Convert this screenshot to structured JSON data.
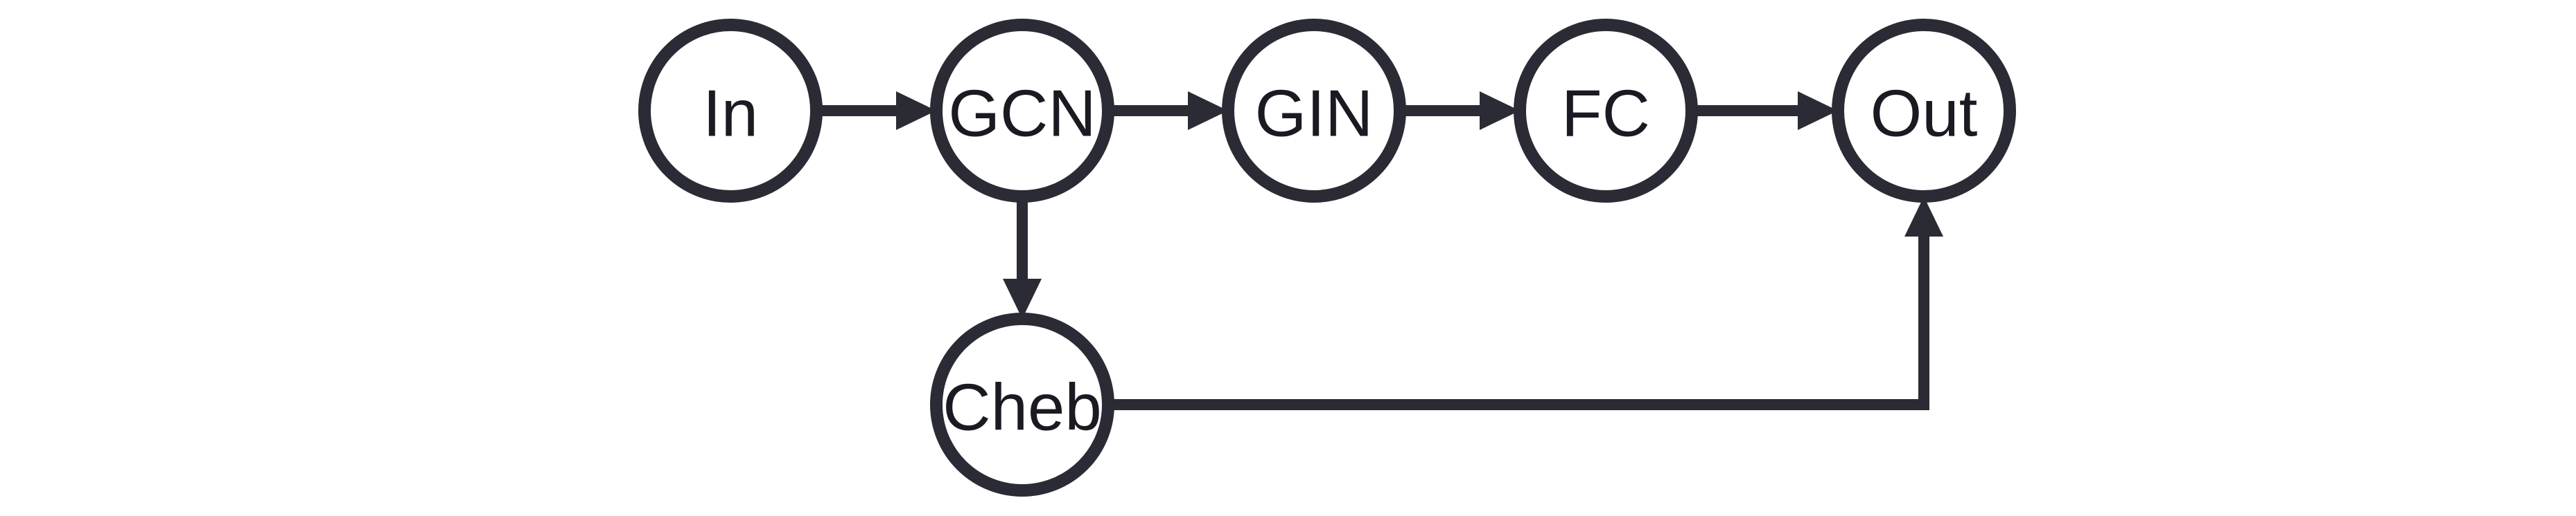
{
  "diagram": {
    "nodes": [
      {
        "id": "in",
        "label": "In"
      },
      {
        "id": "gcn",
        "label": "GCN"
      },
      {
        "id": "gin",
        "label": "GIN"
      },
      {
        "id": "fc",
        "label": "FC"
      },
      {
        "id": "out",
        "label": "Out"
      },
      {
        "id": "cheb",
        "label": "Cheb"
      }
    ],
    "edges": [
      {
        "from": "in",
        "to": "gcn"
      },
      {
        "from": "gcn",
        "to": "gin"
      },
      {
        "from": "gin",
        "to": "fc"
      },
      {
        "from": "fc",
        "to": "out"
      },
      {
        "from": "gcn",
        "to": "cheb"
      },
      {
        "from": "cheb",
        "to": "out"
      }
    ]
  },
  "colors": {
    "stroke": "#2b2b35",
    "node_fill": "#ffffff",
    "text": "#1a1a22",
    "background": "#ffffff"
  }
}
